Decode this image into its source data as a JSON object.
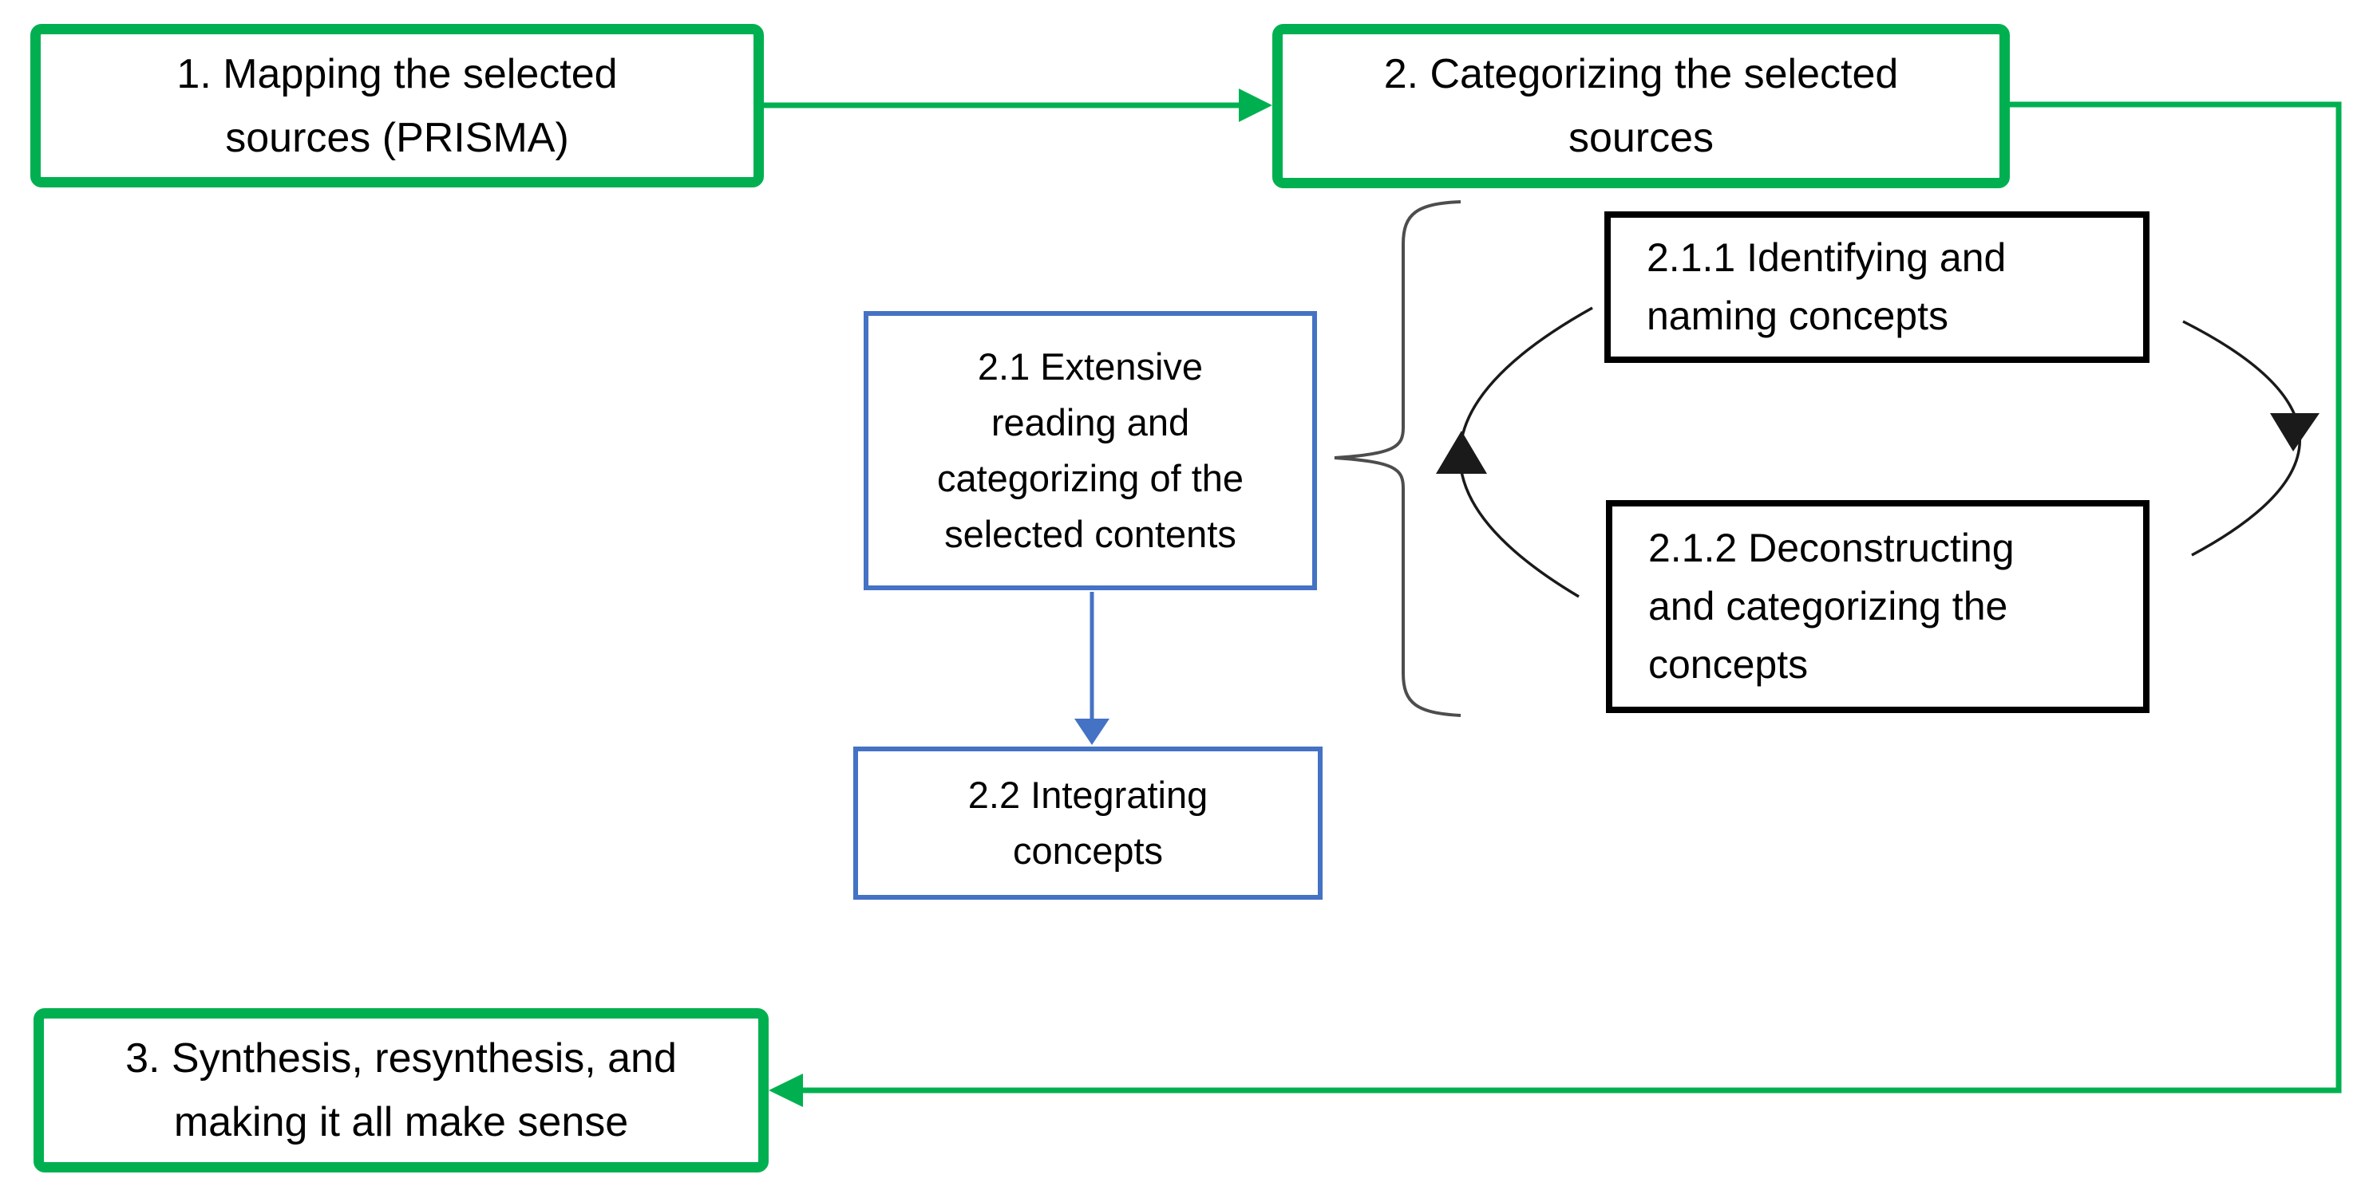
{
  "diagram": {
    "title_present": false,
    "colors": {
      "green": "#00B050",
      "blue": "#4472C4",
      "box_border_black": "#000000",
      "brace_gray": "#4D4D4D",
      "arc_black": "#1A1A1A",
      "text": "#000000",
      "background": "#FFFFFF"
    },
    "boxes": {
      "step1": {
        "style": "green",
        "lines": [
          "1. Mapping the selected",
          "sources (PRISMA)"
        ]
      },
      "step2": {
        "style": "green",
        "lines": [
          "2. Categorizing the selected",
          "sources"
        ]
      },
      "step21": {
        "style": "blue",
        "lines": [
          "2.1 Extensive",
          "reading and",
          "categorizing of the",
          "selected contents"
        ]
      },
      "step211": {
        "style": "black",
        "lines": [
          "2.1.1 Identifying and",
          "naming concepts"
        ]
      },
      "step212": {
        "style": "black",
        "lines": [
          "2.1.2 Deconstructing",
          "and categorizing the",
          "concepts"
        ]
      },
      "step22": {
        "style": "blue",
        "lines": [
          "2.2 Integrating",
          "concepts"
        ]
      },
      "step3": {
        "style": "green",
        "lines": [
          "3. Synthesis, resynthesis, and",
          "making it all make sense"
        ]
      }
    },
    "edges": [
      {
        "from": "step1",
        "to": "step2",
        "type": "arrow",
        "color": "#00B050"
      },
      {
        "from": "step2",
        "to": "step3",
        "type": "arrow",
        "color": "#00B050"
      },
      {
        "from": "step21",
        "to": "step22",
        "type": "arrow",
        "color": "#4472C4"
      },
      {
        "from": "step21",
        "to": "step211+step212",
        "type": "brace",
        "color": "#4D4D4D"
      },
      {
        "from": "step212",
        "to": "step211",
        "type": "cycle-arc-up",
        "color": "#1A1A1A"
      },
      {
        "from": "step211",
        "to": "step212",
        "type": "cycle-arc-down",
        "color": "#1A1A1A"
      }
    ]
  }
}
